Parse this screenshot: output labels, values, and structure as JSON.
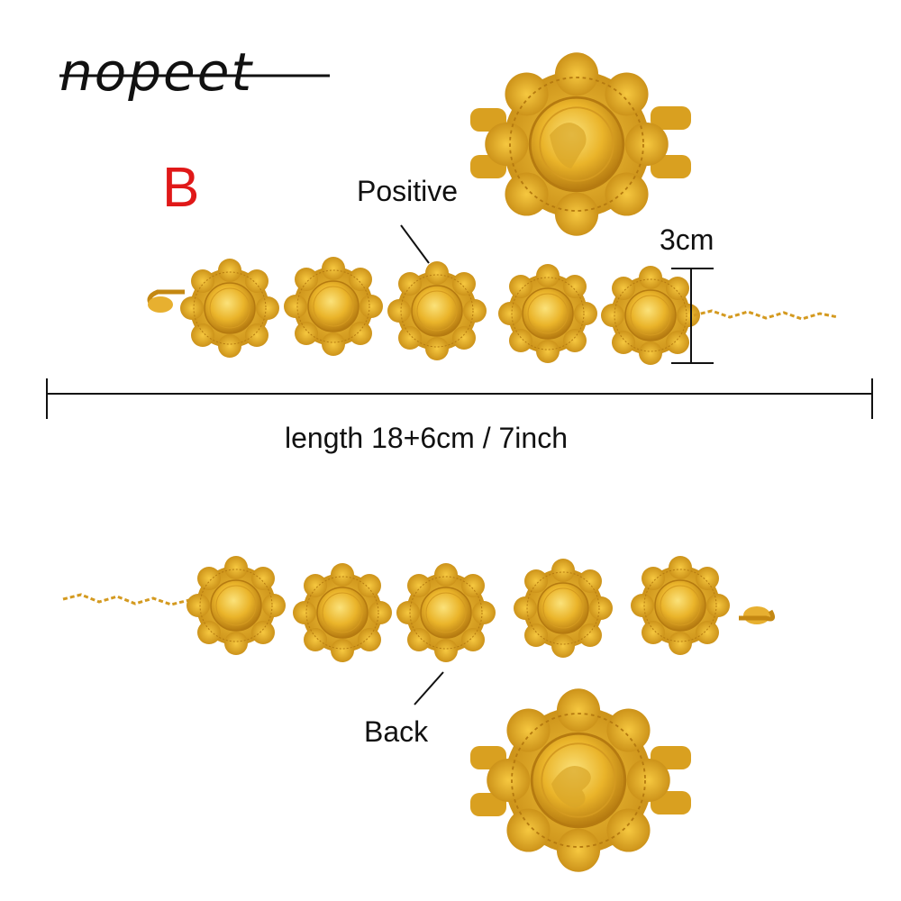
{
  "brand": {
    "logo_text": "nopeet"
  },
  "variant": {
    "letter": "B",
    "color": "#e01818"
  },
  "labels": {
    "positive": "Positive",
    "back": "Back",
    "width": "3cm",
    "length": "length 18+6cm / 7inch"
  },
  "colors": {
    "gold": "#e8a81a",
    "gold_light": "#f8d860",
    "gold_dark": "#b57a10"
  },
  "bracelet": {
    "coin_count": 5
  }
}
